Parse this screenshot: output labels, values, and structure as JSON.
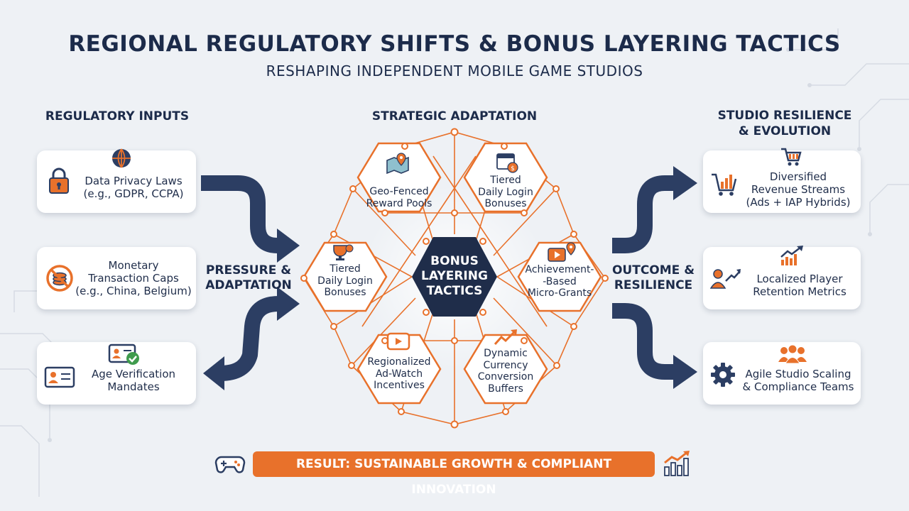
{
  "header": {
    "title": "REGIONAL REGULATORY SHIFTS & BONUS LAYERING TACTICS",
    "subtitle": "RESHAPING INDEPENDENT MOBILE GAME STUDIOS"
  },
  "columns": {
    "left": "REGULATORY INPUTS",
    "middle": "STRATEGIC ADAPTATION",
    "right": [
      "STUDIO RESILIENCE",
      "& EVOLUTION"
    ]
  },
  "left_cards": [
    {
      "lines": [
        "Data Privacy Laws",
        "(e.g., GDPR, CCPA)"
      ],
      "icons": [
        "lock-icon",
        "globe-icon"
      ]
    },
    {
      "lines": [
        "Monetary",
        "Transaction Caps",
        "(e.g., China, Belgium)"
      ],
      "icons": [
        "no-coins-icon"
      ]
    },
    {
      "lines": [
        "Age Verification",
        "Mandates"
      ],
      "icons": [
        "id-card-icon",
        "id-card-check-icon"
      ]
    }
  ],
  "mid_left_label": [
    "PRESSURE &",
    "ADAPTATION"
  ],
  "mid_right_label": [
    "OUTCOME &",
    "RESILIENCE"
  ],
  "hub": {
    "center": [
      "BONUS",
      "LAYERING",
      "TACTICS"
    ],
    "nodes": [
      {
        "lines": [
          "Geo-Fenced",
          "Reward Pools"
        ],
        "icon": "map-pin-icon"
      },
      {
        "lines": [
          "Tiered",
          "Daily Login",
          "Bonuses"
        ],
        "icon": "calendar-coin-icon"
      },
      {
        "lines": [
          "Achievement-",
          "-Based",
          "Micro-Grants"
        ],
        "icon": "video-pin-icon"
      },
      {
        "lines": [
          "Dynamic",
          "Currency",
          "Conversion",
          "Buffers"
        ],
        "icon": "trend-up-icon"
      },
      {
        "lines": [
          "Regionalized",
          "Ad-Watch",
          "Incentives"
        ],
        "icon": "play-button-icon"
      },
      {
        "lines": [
          "Tiered",
          "Daily Login",
          "Bonuses"
        ],
        "icon": "trophy-coin-icon"
      }
    ]
  },
  "right_cards": [
    {
      "lines": [
        "Diversified",
        "Revenue Streams",
        "(Ads + IAP Hybrids)"
      ],
      "icons": [
        "cart-icon",
        "cart-chart-icon"
      ]
    },
    {
      "lines": [
        "Localized Player",
        "Retention Metrics"
      ],
      "icons": [
        "user-growth-icon",
        "trend-up-icon"
      ]
    },
    {
      "lines": [
        "Agile Studio Scaling",
        "& Compliance Teams"
      ],
      "icons": [
        "team-icon",
        "gear-icon"
      ]
    }
  ],
  "result": {
    "label": "RESULT: SUSTAINABLE GROWTH & COMPLIANT INNOVATION",
    "left_icon": "gamepad-icon",
    "right_icon": "bar-chart-growth-icon"
  },
  "colors": {
    "navy": "#2c3e63",
    "orange": "#e8712b",
    "background": "#eef1f5"
  }
}
